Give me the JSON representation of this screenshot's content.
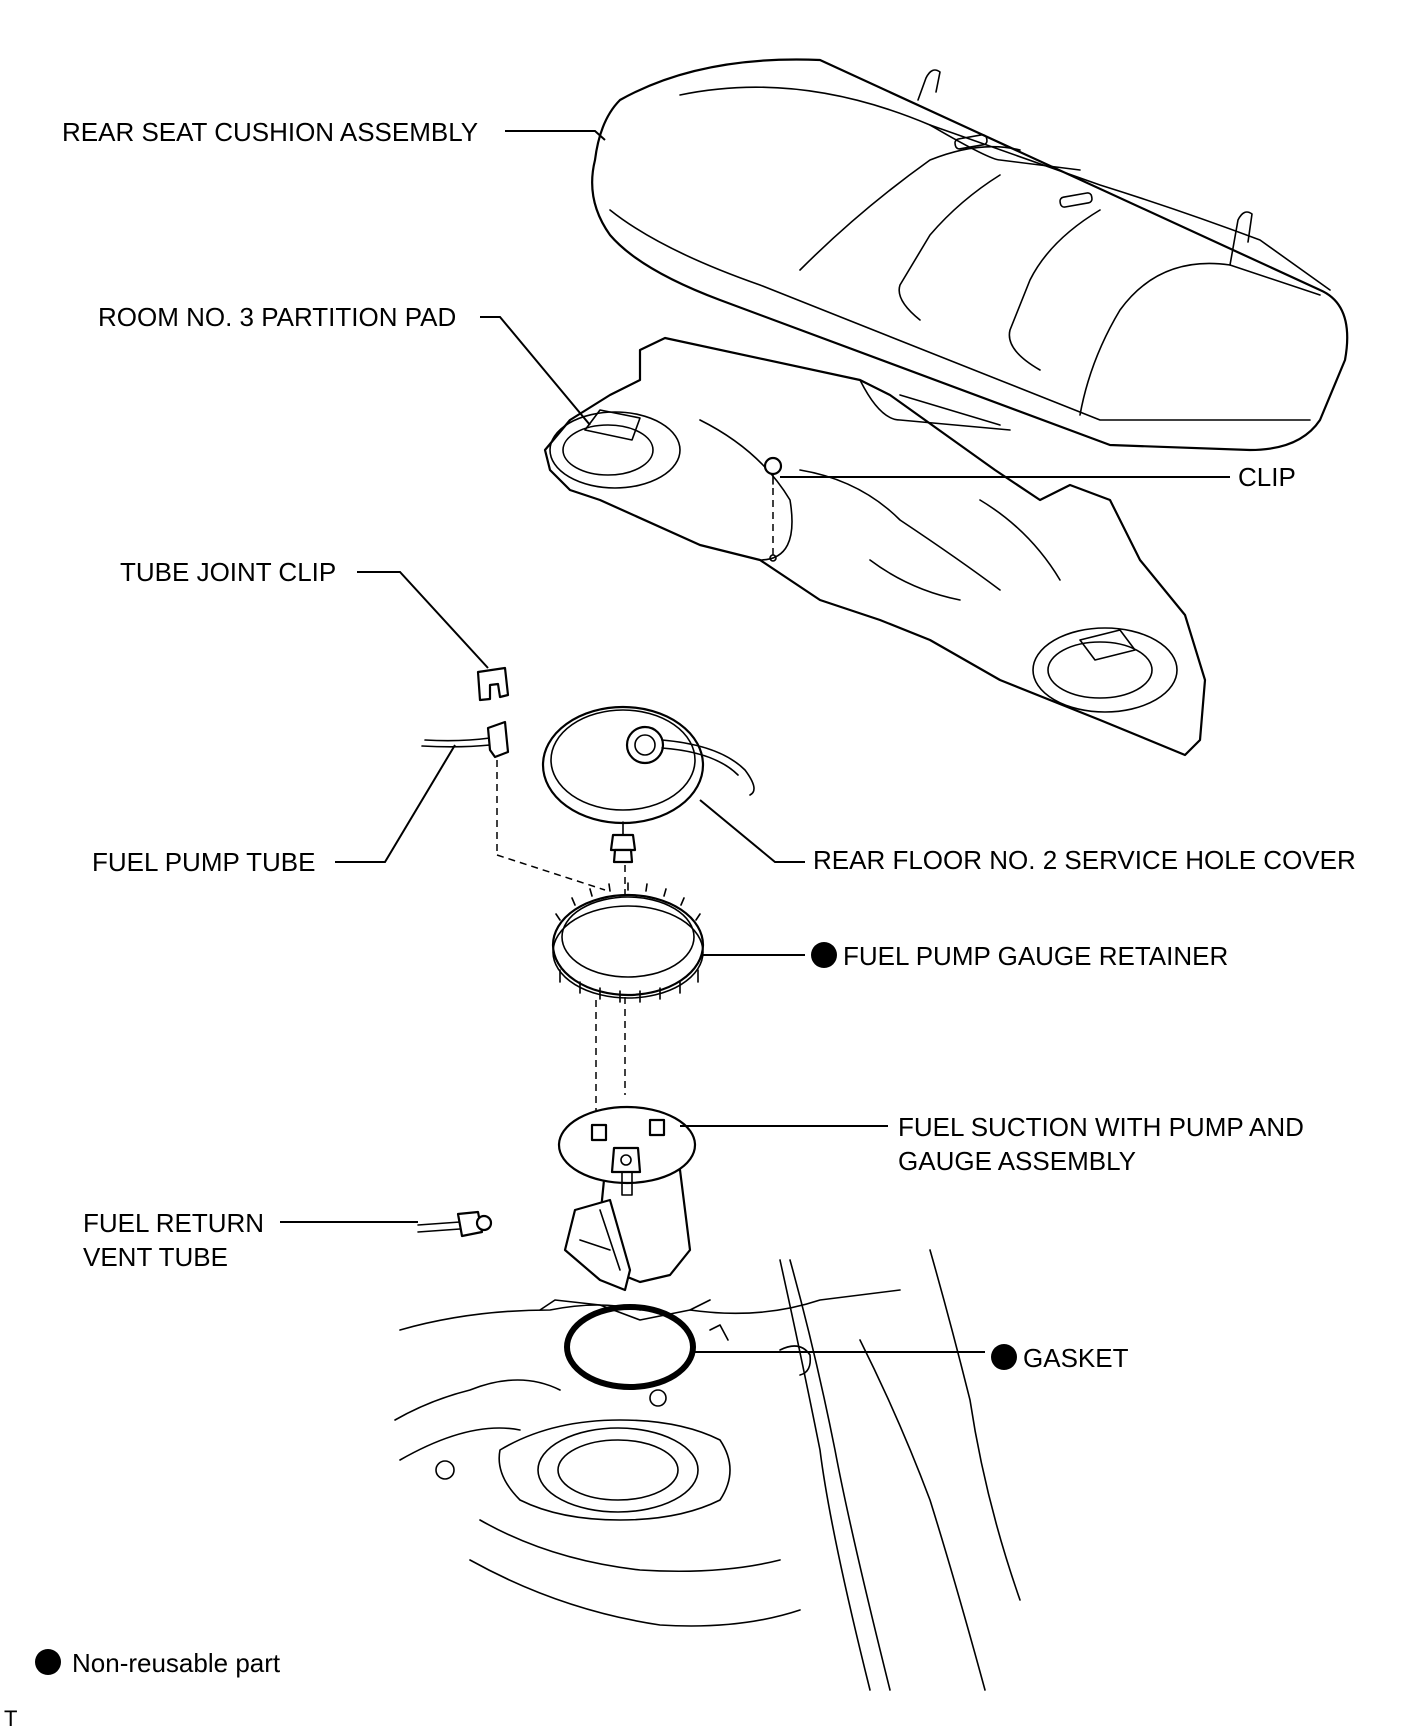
{
  "labels": {
    "rear_seat_cushion": "REAR SEAT CUSHION ASSEMBLY",
    "partition_pad": "ROOM NO. 3 PARTITION PAD",
    "clip": "CLIP",
    "tube_joint_clip": "TUBE JOINT CLIP",
    "fuel_pump_tube": "FUEL PUMP TUBE",
    "service_hole_cover": "REAR FLOOR NO. 2 SERVICE HOLE COVER",
    "gauge_retainer": "FUEL PUMP GAUGE RETAINER",
    "suction_line1": "FUEL SUCTION WITH PUMP AND",
    "suction_line2": "GAUGE ASSEMBLY",
    "return_line1": "FUEL RETURN",
    "return_line2": "VENT TUBE",
    "gasket": "GASKET"
  },
  "legend": {
    "text": "Non-reusable part",
    "marker": "filled-circle"
  },
  "corner_mark": "T",
  "non_reusable_parts": [
    "FUEL PUMP GAUGE RETAINER",
    "GASKET"
  ],
  "colors": {
    "line": "#000000",
    "background": "#ffffff"
  }
}
